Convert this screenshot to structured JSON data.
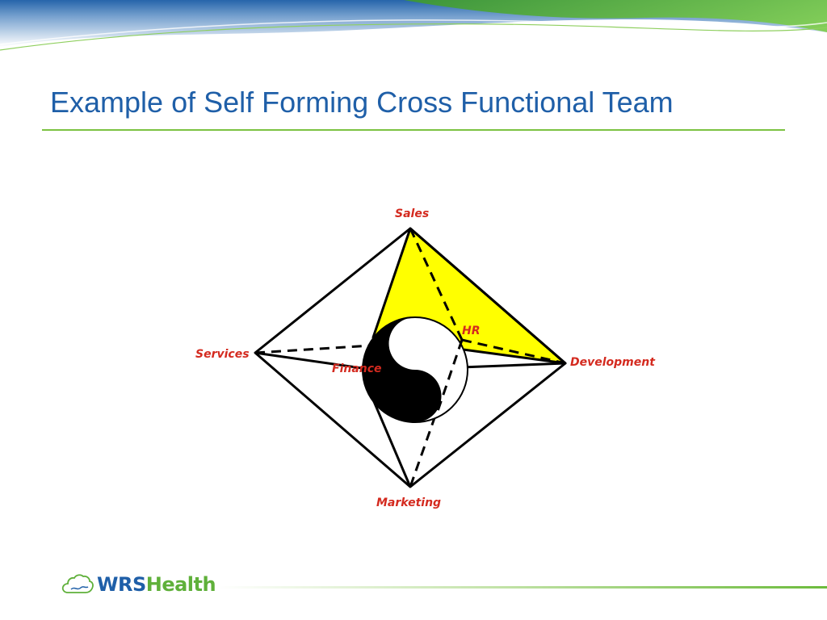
{
  "slide": {
    "title": "Example of Self Forming Cross Functional Team"
  },
  "diagram": {
    "nodes": {
      "sales": "Sales",
      "services": "Services",
      "development": "Development",
      "marketing": "Marketing",
      "hr": "HR",
      "finance": "Finance"
    },
    "colors": {
      "label": "#d42a1f",
      "highlight_face": "#ffff00",
      "outline": "#000000"
    }
  },
  "footer": {
    "logo_part1": "WRS",
    "logo_part2": "Health",
    "logo_icon": "cloud-icon",
    "colors": {
      "wrs": "#1f5fa8",
      "health": "#5fb03a"
    }
  },
  "theme": {
    "title_color": "#1f5fa8",
    "accent_green": "#7cc242"
  }
}
